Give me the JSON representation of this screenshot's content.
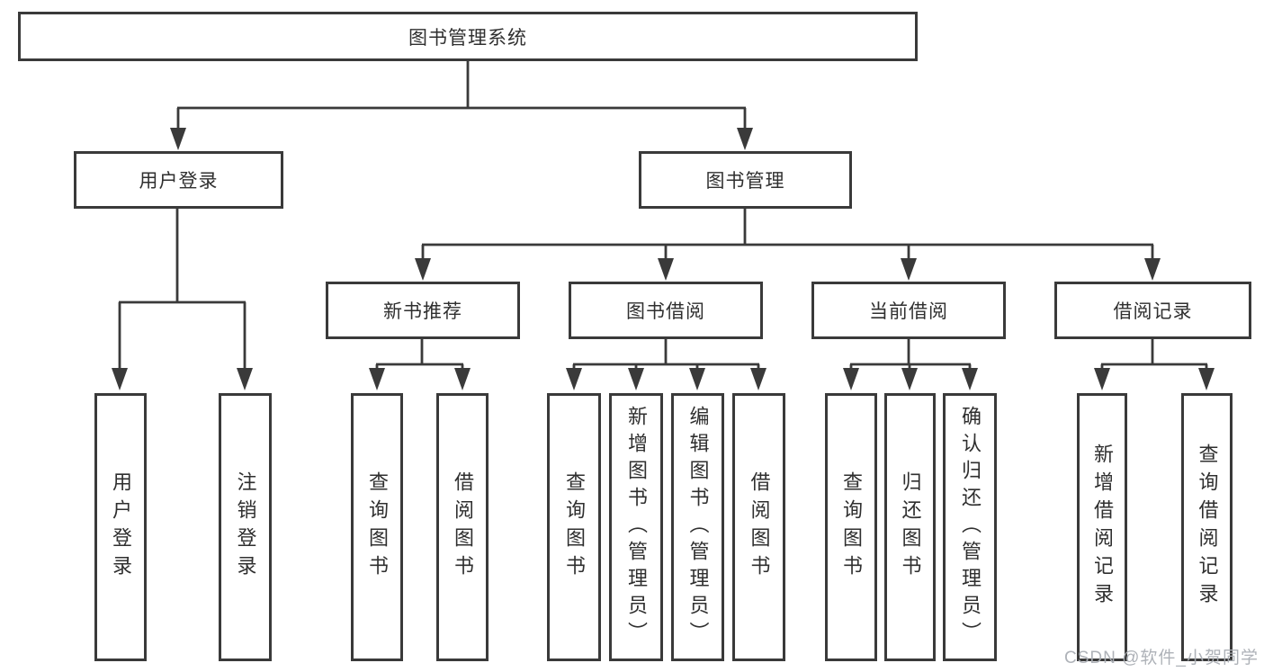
{
  "tree": {
    "label": "图书管理系统",
    "children": [
      {
        "label": "用户登录",
        "children": [
          {
            "label": "用户登录"
          },
          {
            "label": "注销登录"
          }
        ]
      },
      {
        "label": "图书管理",
        "children": [
          {
            "label": "新书推荐",
            "children": [
              {
                "label": "查询图书"
              },
              {
                "label": "借阅图书"
              }
            ]
          },
          {
            "label": "图书借阅",
            "children": [
              {
                "label": "查询图书"
              },
              {
                "label": "新增图书（管理员）"
              },
              {
                "label": "编辑图书（管理员）"
              },
              {
                "label": "借阅图书"
              }
            ]
          },
          {
            "label": "当前借阅",
            "children": [
              {
                "label": "查询图书"
              },
              {
                "label": "归还图书"
              },
              {
                "label": "确认归还（管理员）"
              }
            ]
          },
          {
            "label": "借阅记录",
            "children": [
              {
                "label": "新增借阅记录"
              },
              {
                "label": "查询借阅记录"
              }
            ]
          }
        ]
      }
    ]
  },
  "watermark": {
    "text": "CSDN @软件_小贺同学"
  },
  "colors": {
    "line": "#3a3a3a",
    "text": "#2f2f2f",
    "watermark": "#aaaeb4",
    "background": "#ffffff"
  }
}
